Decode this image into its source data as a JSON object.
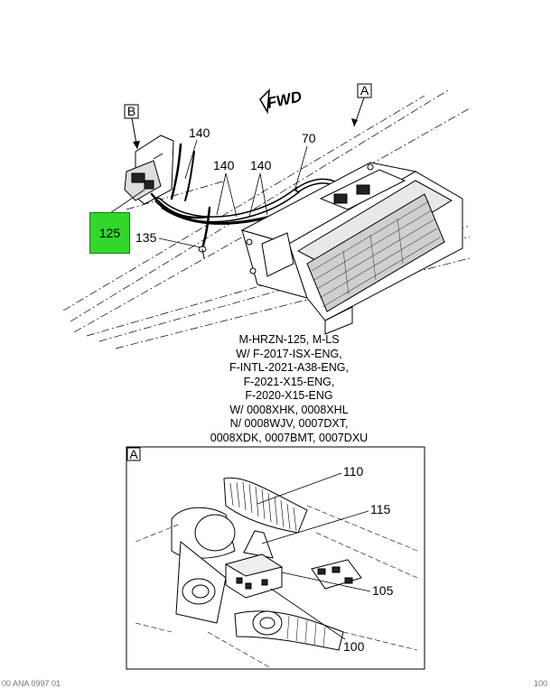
{
  "diagram": {
    "orientation": "FWD",
    "view_labels": {
      "a": "A",
      "b": "B"
    },
    "callouts": {
      "c125": "125",
      "c135": "135",
      "c140a": "140",
      "c140b": "140",
      "c140c": "140",
      "c70": "70",
      "c110": "110",
      "c115": "115",
      "c105": "105",
      "c100": "100"
    },
    "highlight_color": "#31d82b",
    "caption_lines": [
      "M-HRZN-125, M-LS",
      "W/ F-2017-ISX-ENG,",
      "F-INTL-2021-A38-ENG,",
      "F-2021-X15-ENG,",
      "F-2020-X15-ENG",
      "W/ 0008XHK, 0008XHL",
      "N/ 0008WJV, 0007DXT,",
      "0008XDK, 0007BMT, 0007DXU"
    ],
    "footer_left": "00 ANA 0997 01",
    "footer_right": "100"
  }
}
